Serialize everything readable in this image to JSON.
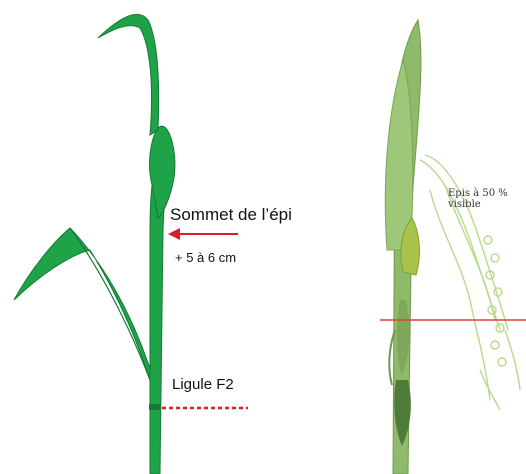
{
  "left_panel": {
    "label_top": "Sommet de l’épi",
    "distance": "+ 5 à 6 cm",
    "label_bottom": "Ligule F2"
  },
  "right_panel": {
    "label_line1": "Epis à 50 %",
    "label_line2": "visible"
  },
  "colors": {
    "plant_green": "#1fa348",
    "plant_dark": "#157a35",
    "arrow_red": "#d61f2b",
    "photo_green": "#8fba6a",
    "sketch_green": "#b8d98c"
  }
}
